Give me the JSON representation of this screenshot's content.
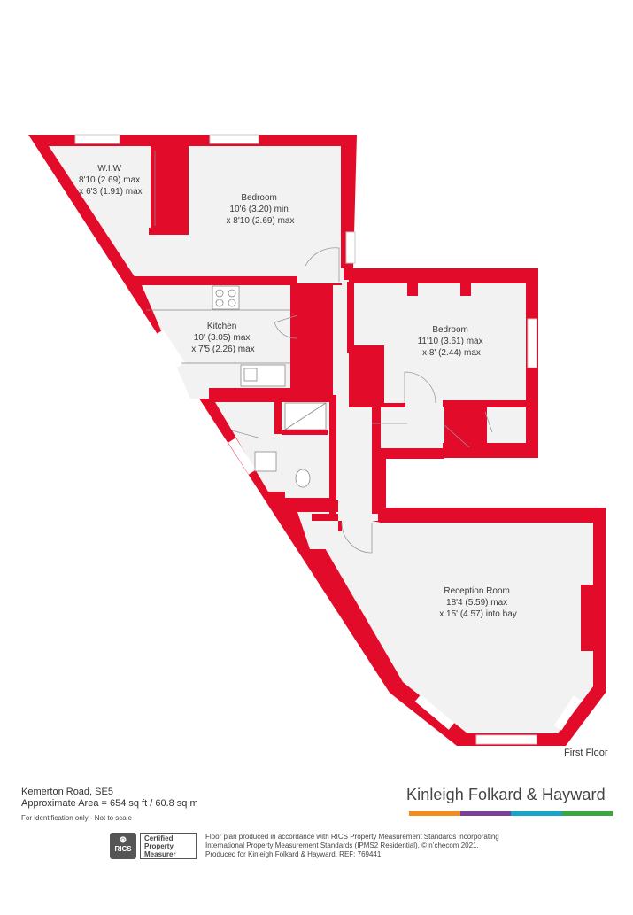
{
  "plan": {
    "floor_label": "First Floor",
    "wall_color": "#e30b2a",
    "floor_color": "#f2f2f2",
    "rooms": [
      {
        "id": "wiw",
        "lines": [
          "W.I.W",
          "8'10 (2.69) max",
          "x 6'3 (1.91) max"
        ]
      },
      {
        "id": "bedroom1",
        "lines": [
          "Bedroom",
          "10'6 (3.20) min",
          "x 8'10 (2.69) max"
        ]
      },
      {
        "id": "kitchen",
        "lines": [
          "Kitchen",
          "10' (3.05) max",
          "x 7'5 (2.26) max"
        ]
      },
      {
        "id": "bedroom2",
        "lines": [
          "Bedroom",
          "11'10 (3.61) max",
          "x 8' (2.44) max"
        ]
      },
      {
        "id": "reception",
        "lines": [
          "Reception Room",
          "18'4 (5.59) max",
          "x 15' (4.57) into bay"
        ]
      }
    ]
  },
  "footer": {
    "address": "Kemerton Road, SE5",
    "area": "Approximate Area = 654 sq ft / 60.8 sq m",
    "note": "For identification only - Not to scale",
    "brand": "Kinleigh Folkard & Hayward",
    "brand_colors": [
      "#f28c1e",
      "#7b3f98",
      "#1aa3c8",
      "#3aa640"
    ],
    "rics_mark": "RICS",
    "rics_lines": [
      "Certified",
      "Property",
      "Measurer"
    ],
    "disclaimer_lines": [
      "Floor plan produced in accordance with RICS Property Measurement Standards incorporating",
      "International Property Measurement Standards (IPMS2 Residential).  © n’checom 2021.",
      "Produced for Kinleigh Folkard & Hayward.   REF: 769441"
    ]
  }
}
